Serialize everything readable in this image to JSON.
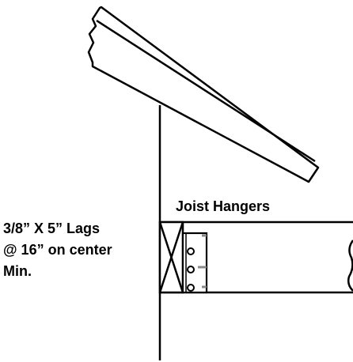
{
  "labels": {
    "joist_hangers": "Joist Hangers",
    "lags_line1": "3/8” X 5” Lags",
    "lags_line2": "@ 16” on center",
    "lags_line3": "Min."
  },
  "colors": {
    "stroke": "#000000",
    "hardware": "#888888",
    "background": "#ffffff"
  }
}
